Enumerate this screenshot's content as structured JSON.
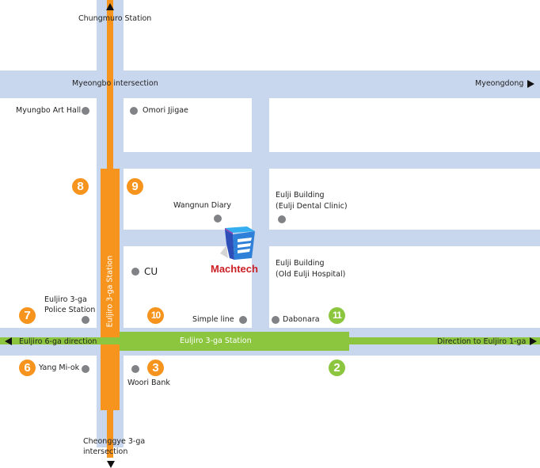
{
  "map": {
    "colors": {
      "road": "#c8d6ee",
      "line3_orange": "#f7941d",
      "line2_green": "#8cc63f",
      "poi_dot": "#808285",
      "brand_red": "#cc1f25",
      "building_blue": "#2e6bd1"
    },
    "directions": {
      "north": "Chungmuro Station",
      "east_top": "Myeongdong",
      "west": "Euljiro 6-ga direction",
      "east": "Direction to Euljiro 1-ga",
      "south_line1": "Cheonggye 3-ga",
      "south_line2": "intersection"
    },
    "intersections": {
      "myeongbo": "Myeongbo intersection"
    },
    "stations": {
      "vertical": "Euljiro 3-ga Station",
      "horizontal": "Euljiro 3-ga Station"
    },
    "destination": {
      "name": "Machtech",
      "icon": "building-icon"
    },
    "poi": {
      "myungbo_art_hall": "Myungbo Art Hall",
      "omori_jjigae": "Omori Jjigae",
      "wangnun_diary": "Wangnun Diary",
      "eulji_building_dental_1": "Eulji Building",
      "eulji_building_dental_2": "(Eulji Dental Clinic)",
      "eulji_building_hospital_1": "Eulji Building",
      "eulji_building_hospital_2": "(Old Eulji Hospital)",
      "cu": "CU",
      "police_1": "Euljiro 3-ga",
      "police_2": "Police Station",
      "simple_line": "Simple line",
      "dabonara": "Dabonara",
      "yang_mi_ok": "Yang Mi-ok",
      "woori_bank": "Woori Bank"
    },
    "exits": {
      "e2": "2",
      "e3": "3",
      "e6": "6",
      "e7": "7",
      "e8": "8",
      "e9": "9",
      "e10": "10",
      "e11": "11"
    }
  }
}
